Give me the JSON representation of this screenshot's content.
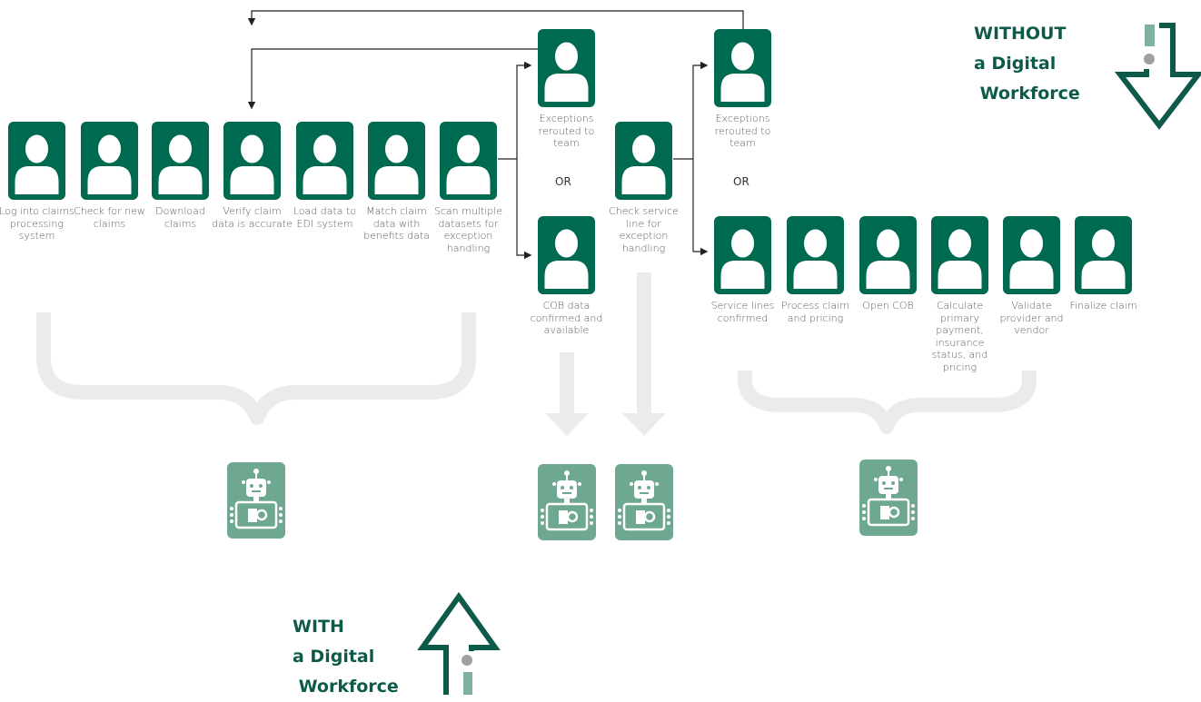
{
  "colors": {
    "card": "#006a50",
    "robot": "#6fa890",
    "connector": "#222222",
    "brace": "#ebebeb",
    "arrow": "#0d5a4a",
    "accent": "#7fb0a0",
    "dot": "#a0a0a0"
  },
  "icons": {
    "person": "person-icon",
    "robot": "robot-icon"
  },
  "steps": [
    {
      "id": "log-in",
      "label": "Log into claims processing system"
    },
    {
      "id": "check-new",
      "label": "Check for new claims"
    },
    {
      "id": "download",
      "label": "Download claims"
    },
    {
      "id": "verify",
      "label": "Verify claim data is accurate"
    },
    {
      "id": "load-edi",
      "label": "Load data to EDI system"
    },
    {
      "id": "match",
      "label": "Match claim data with benefits data"
    },
    {
      "id": "scan",
      "label": "Scan multiple datasets for exception handling"
    },
    {
      "id": "exceptions-1",
      "label": "Exceptions rerouted to team"
    },
    {
      "id": "cob-confirmed",
      "label": "COB data confirmed and available"
    },
    {
      "id": "check-service",
      "label": "Check service line for exception handling"
    },
    {
      "id": "exceptions-2",
      "label": "Exceptions rerouted to team"
    },
    {
      "id": "service-confirmed",
      "label": "Service lines confirmed"
    },
    {
      "id": "process",
      "label": "Process claim and pricing"
    },
    {
      "id": "open-cob",
      "label": "Open COB"
    },
    {
      "id": "calculate",
      "label": "Calculate primary payment, insurance status, and pricing"
    },
    {
      "id": "validate",
      "label": "Validate provider and vendor"
    },
    {
      "id": "finalize",
      "label": "Finalize claim"
    }
  ],
  "or_labels": [
    "OR",
    "OR"
  ],
  "without_label": "WITHOUT\na Digital\n Workforce",
  "with_label": "WITH\na Digital\n Workforce"
}
